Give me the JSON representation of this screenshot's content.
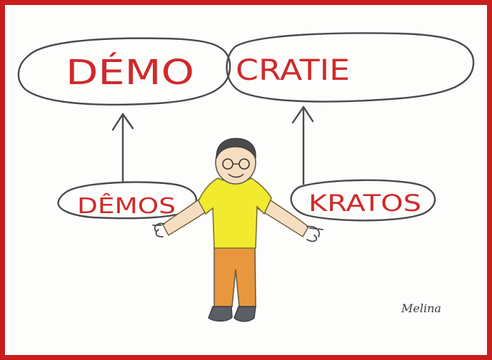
{
  "words": {
    "demo": "DÉMO",
    "cratie": "CRATIE",
    "demos": "DÊMOS",
    "kratos": "KRATOS"
  },
  "signature": "Melina",
  "colors": {
    "frame": "#c81e1e",
    "lettering": "#cf2a2a",
    "pencil": "#4a4a4a",
    "shirt": "#f2ea2e",
    "trousers": "#e8973e",
    "skin": "#f7ddc0"
  }
}
